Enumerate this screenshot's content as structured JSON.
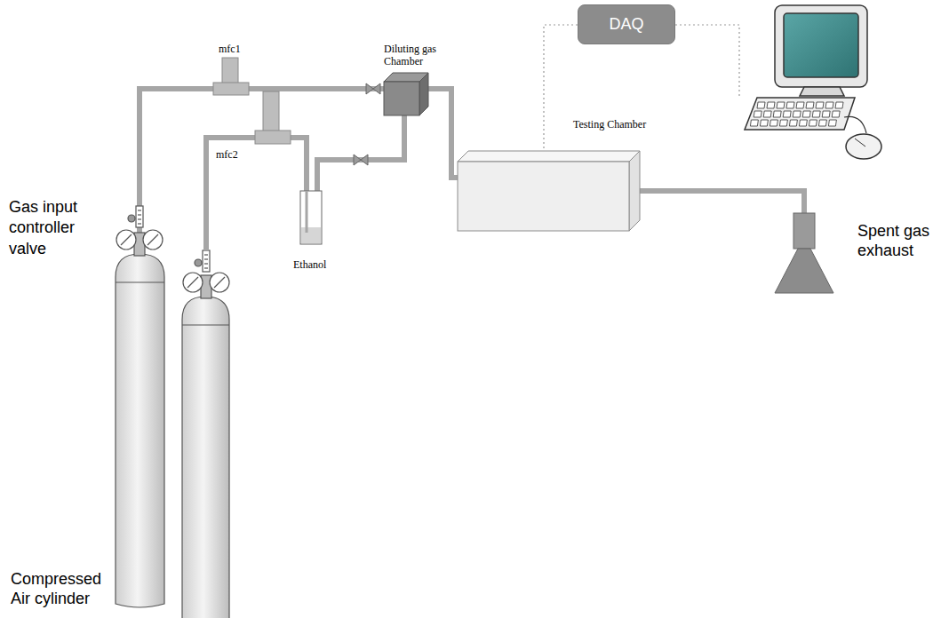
{
  "diagram": {
    "nodes": [
      {
        "text": [
          "mfc1"
        ]
      },
      {
        "text": [
          "Diluting gas Chamber"
        ]
      },
      {
        "text": [
          "DAQ"
        ]
      },
      {
        "text": [
          "Testing Chamber"
        ]
      },
      {
        "text": [
          "mfc2"
        ]
      },
      {
        "text": [
          "Spent gas exhaust"
        ]
      },
      {
        "text": [
          "Ethanol"
        ]
      },
      {
        "text": [
          "Compressed Air cylinder"
        ]
      }
    ],
    "edges": [
      {
        "from": 7,
        "to": 0,
        "arrow": "none"
      },
      {
        "from": 0,
        "to": 1,
        "arrow": "none"
      },
      {
        "from": 4,
        "to": 6,
        "arrow": "none"
      },
      {
        "from": 6,
        "to": 1,
        "arrow": "none"
      },
      {
        "from": 1,
        "to": 3,
        "arrow": "none"
      },
      {
        "from": 3,
        "to": 5,
        "arrow": "none"
      },
      {
        "from": 2,
        "to": 3,
        "arrow": "none"
      }
    ],
    "labels": [
      "Gas input controller valve"
    ]
  }
}
